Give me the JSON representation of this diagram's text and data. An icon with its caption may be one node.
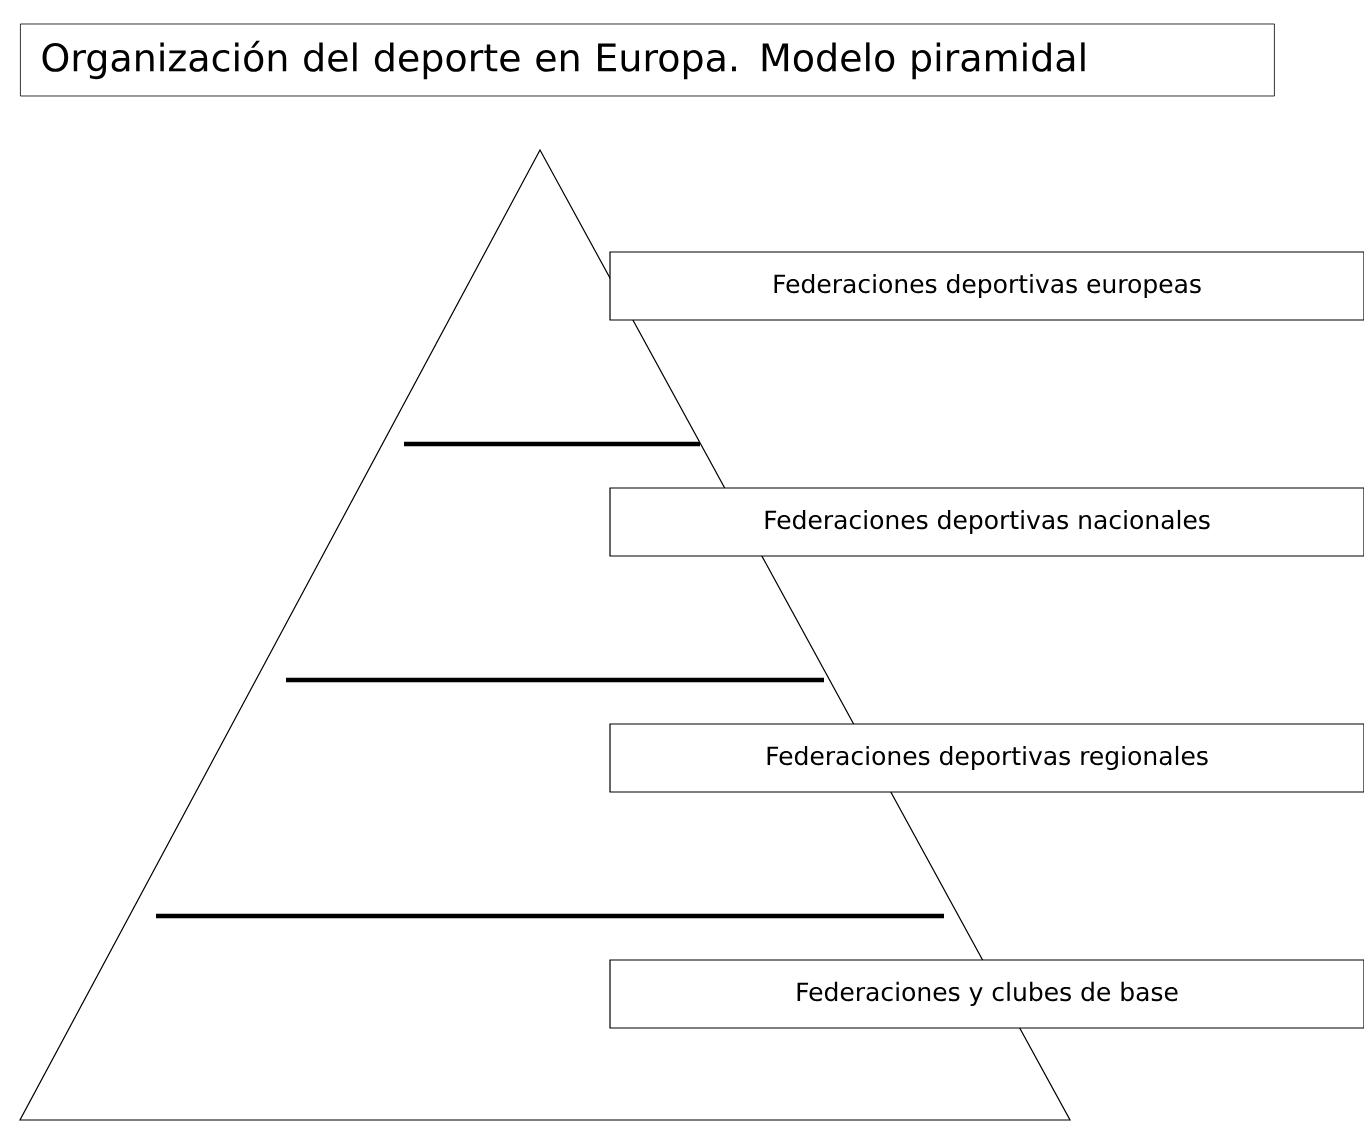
{
  "diagram": {
    "title": "Organización del deporte en Europa. Modelo piramidal",
    "nodes": [
      {
        "text": [],
        "shape": "triangle"
      },
      {
        "text": [
          "Federaciones deportivas europeas"
        ]
      },
      {
        "text": [
          "Federaciones deportivas nacionales"
        ]
      },
      {
        "text": [
          "Federaciones deportivas regionales"
        ]
      },
      {
        "text": [
          "Federaciones y clubes de base"
        ]
      }
    ]
  }
}
